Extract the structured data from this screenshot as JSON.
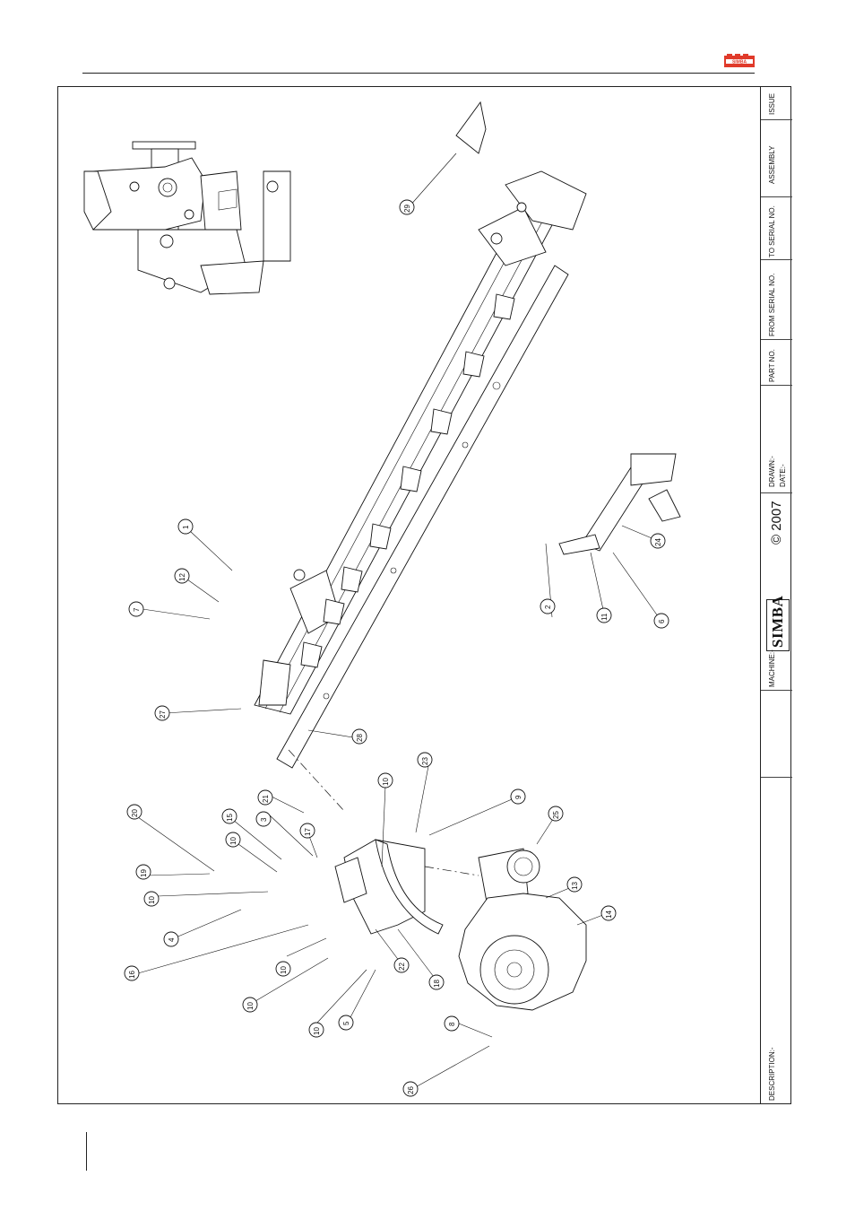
{
  "header": {
    "logo_text": "SIMBA"
  },
  "title_block": {
    "issue_label": "ISSUE",
    "assembly_label": "ASSEMBLY",
    "to_serial_label": "TO SERIAL NO.",
    "from_serial_label": "FROM SERIAL NO.",
    "part_no_label": "PART NO.",
    "drawn_label": "DRAWN:-",
    "date_label": "DATE:-",
    "copyright": "© 2007",
    "brand": "SIMBA",
    "machine_label": "MACHINE:-",
    "description_label": "DESCRIPTION:-"
  },
  "callouts": [
    "1",
    "2",
    "3",
    "4",
    "5",
    "6",
    "7",
    "8",
    "9",
    "10",
    "10",
    "10",
    "10",
    "10",
    "10",
    "11",
    "12",
    "13",
    "14",
    "15",
    "16",
    "17",
    "18",
    "19",
    "20",
    "21",
    "22",
    "23",
    "24",
    "25",
    "26",
    "27",
    "28",
    "29"
  ],
  "icons": {
    "logo": "simba-logo-icon"
  },
  "colors": {
    "logo_red": "#e03a2a",
    "line": "#111111"
  }
}
